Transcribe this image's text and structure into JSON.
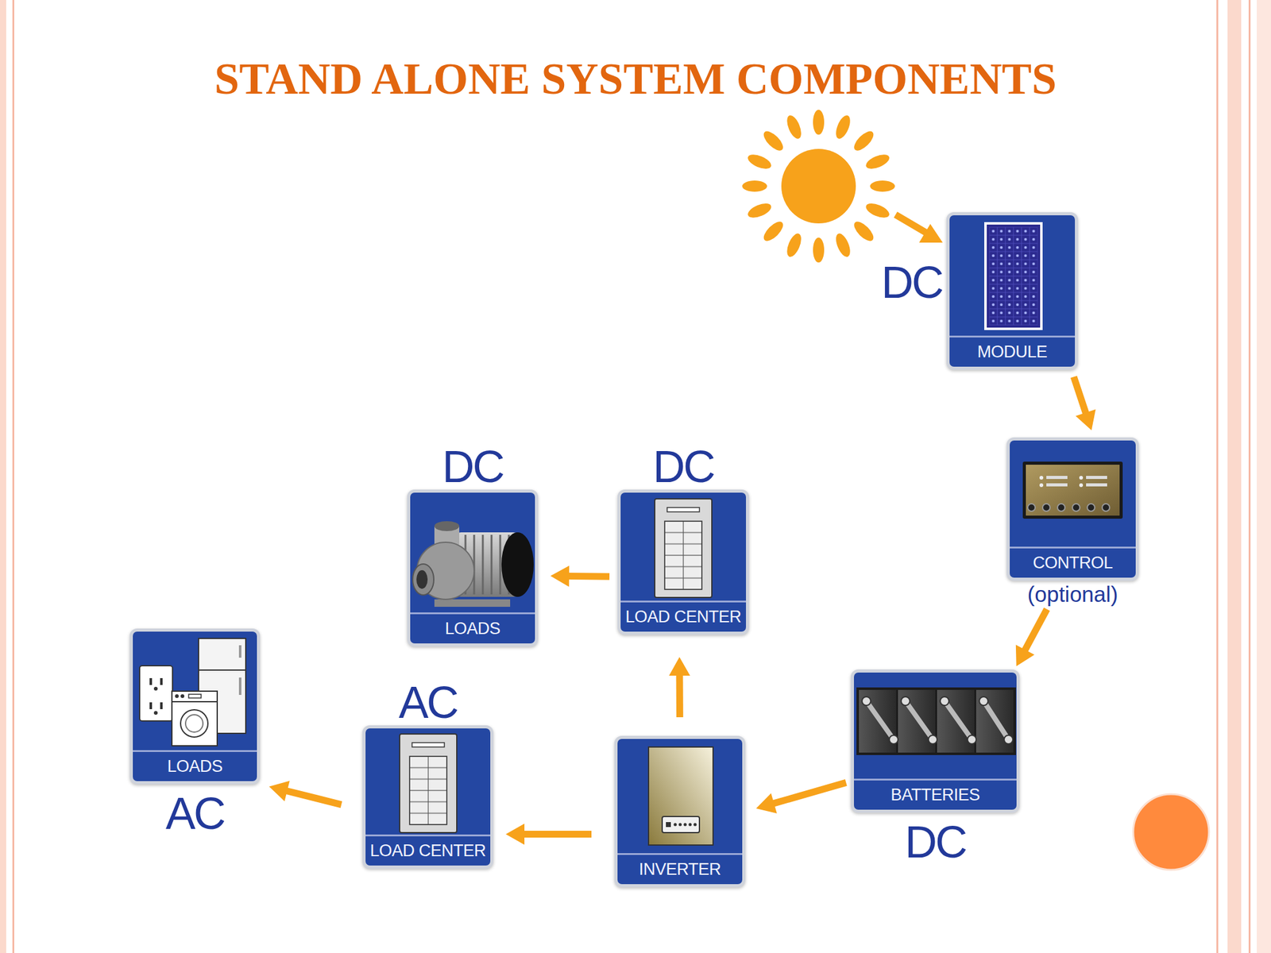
{
  "diagram": {
    "title": "STAND ALONE SYSTEM COMPONENTS",
    "nodes": [
      {
        "text": [
          "DC",
          "MODULE"
        ]
      },
      {
        "text": [
          "CONTROL",
          "(optional)"
        ]
      },
      {
        "text": [
          "BATTERIES",
          "DC"
        ]
      },
      {
        "text": [
          "INVERTER"
        ]
      },
      {
        "text": [
          "DC",
          "LOAD CENTER"
        ]
      },
      {
        "text": [
          "DC",
          "LOADS"
        ]
      },
      {
        "text": [
          "AC",
          "LOAD CENTER"
        ]
      },
      {
        "text": [
          "LOADS",
          "AC"
        ]
      }
    ],
    "edges": [
      {
        "from": 0,
        "to": 1,
        "arrow": "to"
      },
      {
        "from": 1,
        "to": 2,
        "arrow": "to"
      },
      {
        "from": 2,
        "to": 3,
        "arrow": "to"
      },
      {
        "from": 3,
        "to": 4,
        "arrow": "to"
      },
      {
        "from": 4,
        "to": 5,
        "arrow": "to"
      },
      {
        "from": 3,
        "to": 6,
        "arrow": "to"
      },
      {
        "from": 6,
        "to": 7,
        "arrow": "to"
      }
    ]
  }
}
